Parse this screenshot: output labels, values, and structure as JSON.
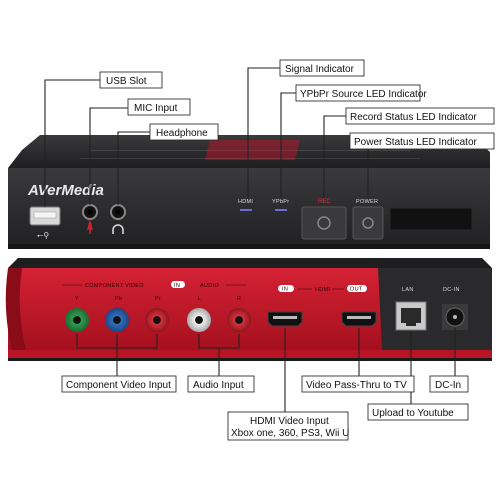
{
  "brand": "AVerMedia",
  "callouts": {
    "usb_slot": "USB Slot",
    "mic_input": "MIC Input",
    "headphone": "Headphone",
    "signal_indicator": "Signal Indicator",
    "ypbpr_led": "YPbPr Source LED Indicator",
    "record_led": "Record Status LED Indicator",
    "power_led": "Power Status LED Indicator",
    "component_video": "Component Video Input",
    "audio_input": "Audio Input",
    "video_passthru": "Video Pass-Thru to TV",
    "dc_in": "DC-In",
    "hdmi_input_line1": "HDMI Video Input",
    "hdmi_input_line2": "Xbox one, 360, PS3, Wii U",
    "upload_youtube": "Upload to Youtube"
  },
  "front_panel": {
    "hdmi": "HDMI",
    "ypbpr": "YPbPr",
    "rec": "REC",
    "power": "POWER"
  },
  "back_panel": {
    "component_video": "COMPONENT VIDEO",
    "in": "IN",
    "audio": "AUDIO",
    "y": "Y",
    "pb": "Pb",
    "pr": "Pr",
    "l": "L",
    "r": "R",
    "hdmi_in": "IN",
    "hdmi": "HDMI",
    "hdmi_out": "OUT",
    "lan": "LAN",
    "dc_in": "DC-IN"
  },
  "colors": {
    "body_dark": "#2b2b2d",
    "accent_red": "#c8182a",
    "component_green": "#2e9c4e",
    "component_blue": "#2f6fc0",
    "component_red": "#c8202c"
  }
}
